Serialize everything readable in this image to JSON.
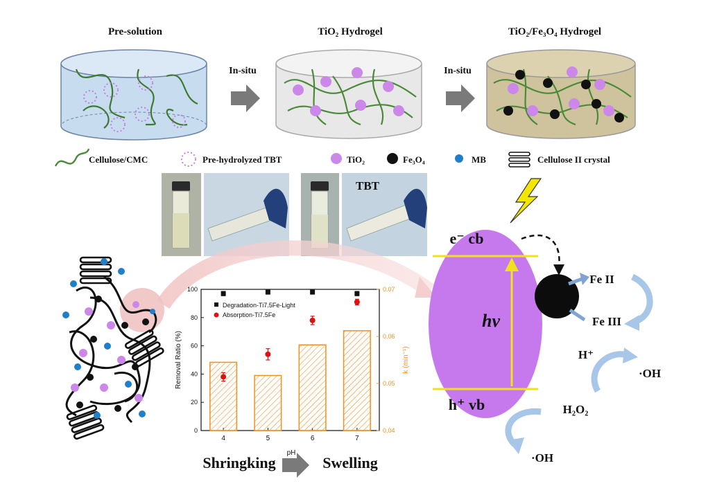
{
  "steps": [
    {
      "title": "Pre-solution"
    },
    {
      "title": "TiO₂ Hydrogel"
    },
    {
      "title": "TiO₂/Fe₃O₄ Hydrogel"
    }
  ],
  "arrow_label": "In-situ",
  "legend": [
    {
      "label": "Cellulose/CMC",
      "icon": "cellulose-chain-icon"
    },
    {
      "label": "Pre-hydrolyzed TBT",
      "icon": "dotted-circle-icon"
    },
    {
      "label": "TiO₂",
      "icon": "violet-dot-icon",
      "color": "#cc88e8"
    },
    {
      "label": "Fe₃O₄",
      "icon": "black-dot-icon",
      "color": "#111111"
    },
    {
      "label": "MB",
      "icon": "blue-dot-icon",
      "color": "#1f7fc8"
    },
    {
      "label": "Cellulose II crystal",
      "icon": "crystal-lamella-icon"
    }
  ],
  "photo_label": "TBT",
  "mechanism": {
    "cb": "e⁻ cb",
    "vb": "h⁺ vb",
    "hv": "hv",
    "fe2": "Fe II",
    "fe3": "Fe III",
    "hplus": "H⁺",
    "oh1": "·OH",
    "h2o2": "H₂O₂",
    "oh2": "·OH"
  },
  "bottom": {
    "left": "Shringking",
    "ph": "pH",
    "right": "Swelling"
  },
  "colors": {
    "tio2": "#cc88e8",
    "fe3o4": "#111111",
    "mb": "#1f7fc8",
    "fiber": "#4a8a3a",
    "bar": "#f0901e",
    "band": "#f0e020",
    "ellipse": "#c679ec"
  },
  "chart_data": {
    "type": "bar",
    "categories": [
      "4",
      "5",
      "6",
      "7"
    ],
    "xlabel": "pH",
    "ylabel": "Removal Ratio (%)",
    "ylabel_right": "k (min⁻¹)",
    "ylim": [
      0,
      100
    ],
    "ylim_right": [
      0.04,
      0.07
    ],
    "yticks": [
      0,
      20,
      40,
      60,
      80,
      100
    ],
    "yticks_right": [
      0.04,
      0.05,
      0.06,
      0.07
    ],
    "bars": {
      "name": "k",
      "values": [
        0.0545,
        0.0517,
        0.0582,
        0.0612
      ]
    },
    "series": [
      {
        "name": "Degradation-Ti7.5Fe-Light",
        "marker": "square",
        "color": "#111111",
        "values": [
          97,
          98,
          98,
          97
        ],
        "errors": [
          1.5,
          1.2,
          1.2,
          1.5
        ]
      },
      {
        "name": "Absorption-Ti7.5Fe",
        "marker": "circle",
        "color": "#dd1111",
        "values": [
          38,
          54,
          78,
          91
        ],
        "errors": [
          3,
          4,
          3,
          2
        ]
      }
    ],
    "legend_position": "top-left"
  }
}
